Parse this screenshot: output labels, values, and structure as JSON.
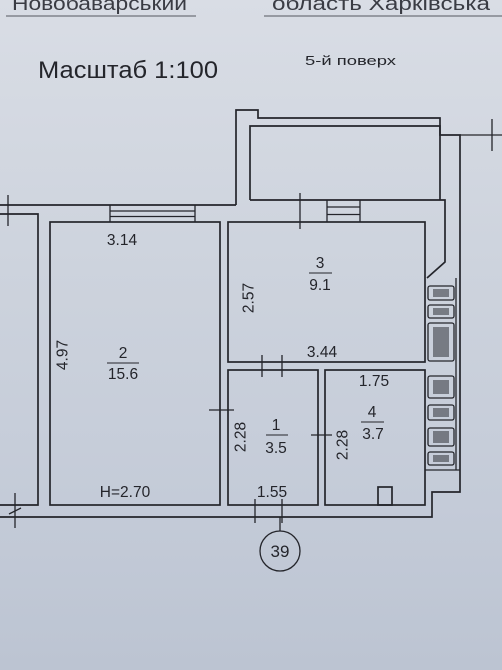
{
  "header": {
    "district": "Новобаварський",
    "region": "область Харківська"
  },
  "plan": {
    "scale": "Масштаб 1:100",
    "floor": "5-й поверх",
    "ceiling_note": "H=2.70",
    "apartment_number": "39",
    "rooms": [
      {
        "number": "1",
        "area": "3.5",
        "dims": [
          "1.55",
          "2.28"
        ]
      },
      {
        "number": "2",
        "area": "15.6",
        "dims": [
          "3.14",
          "4.97"
        ]
      },
      {
        "number": "3",
        "area": "9.1",
        "dims": [
          "3.44",
          "2.57"
        ]
      },
      {
        "number": "4",
        "area": "3.7",
        "dims": [
          "1.75",
          "2.28"
        ]
      }
    ]
  },
  "colors": {
    "paper": "#cdd3dd",
    "ink": "#24252b"
  }
}
